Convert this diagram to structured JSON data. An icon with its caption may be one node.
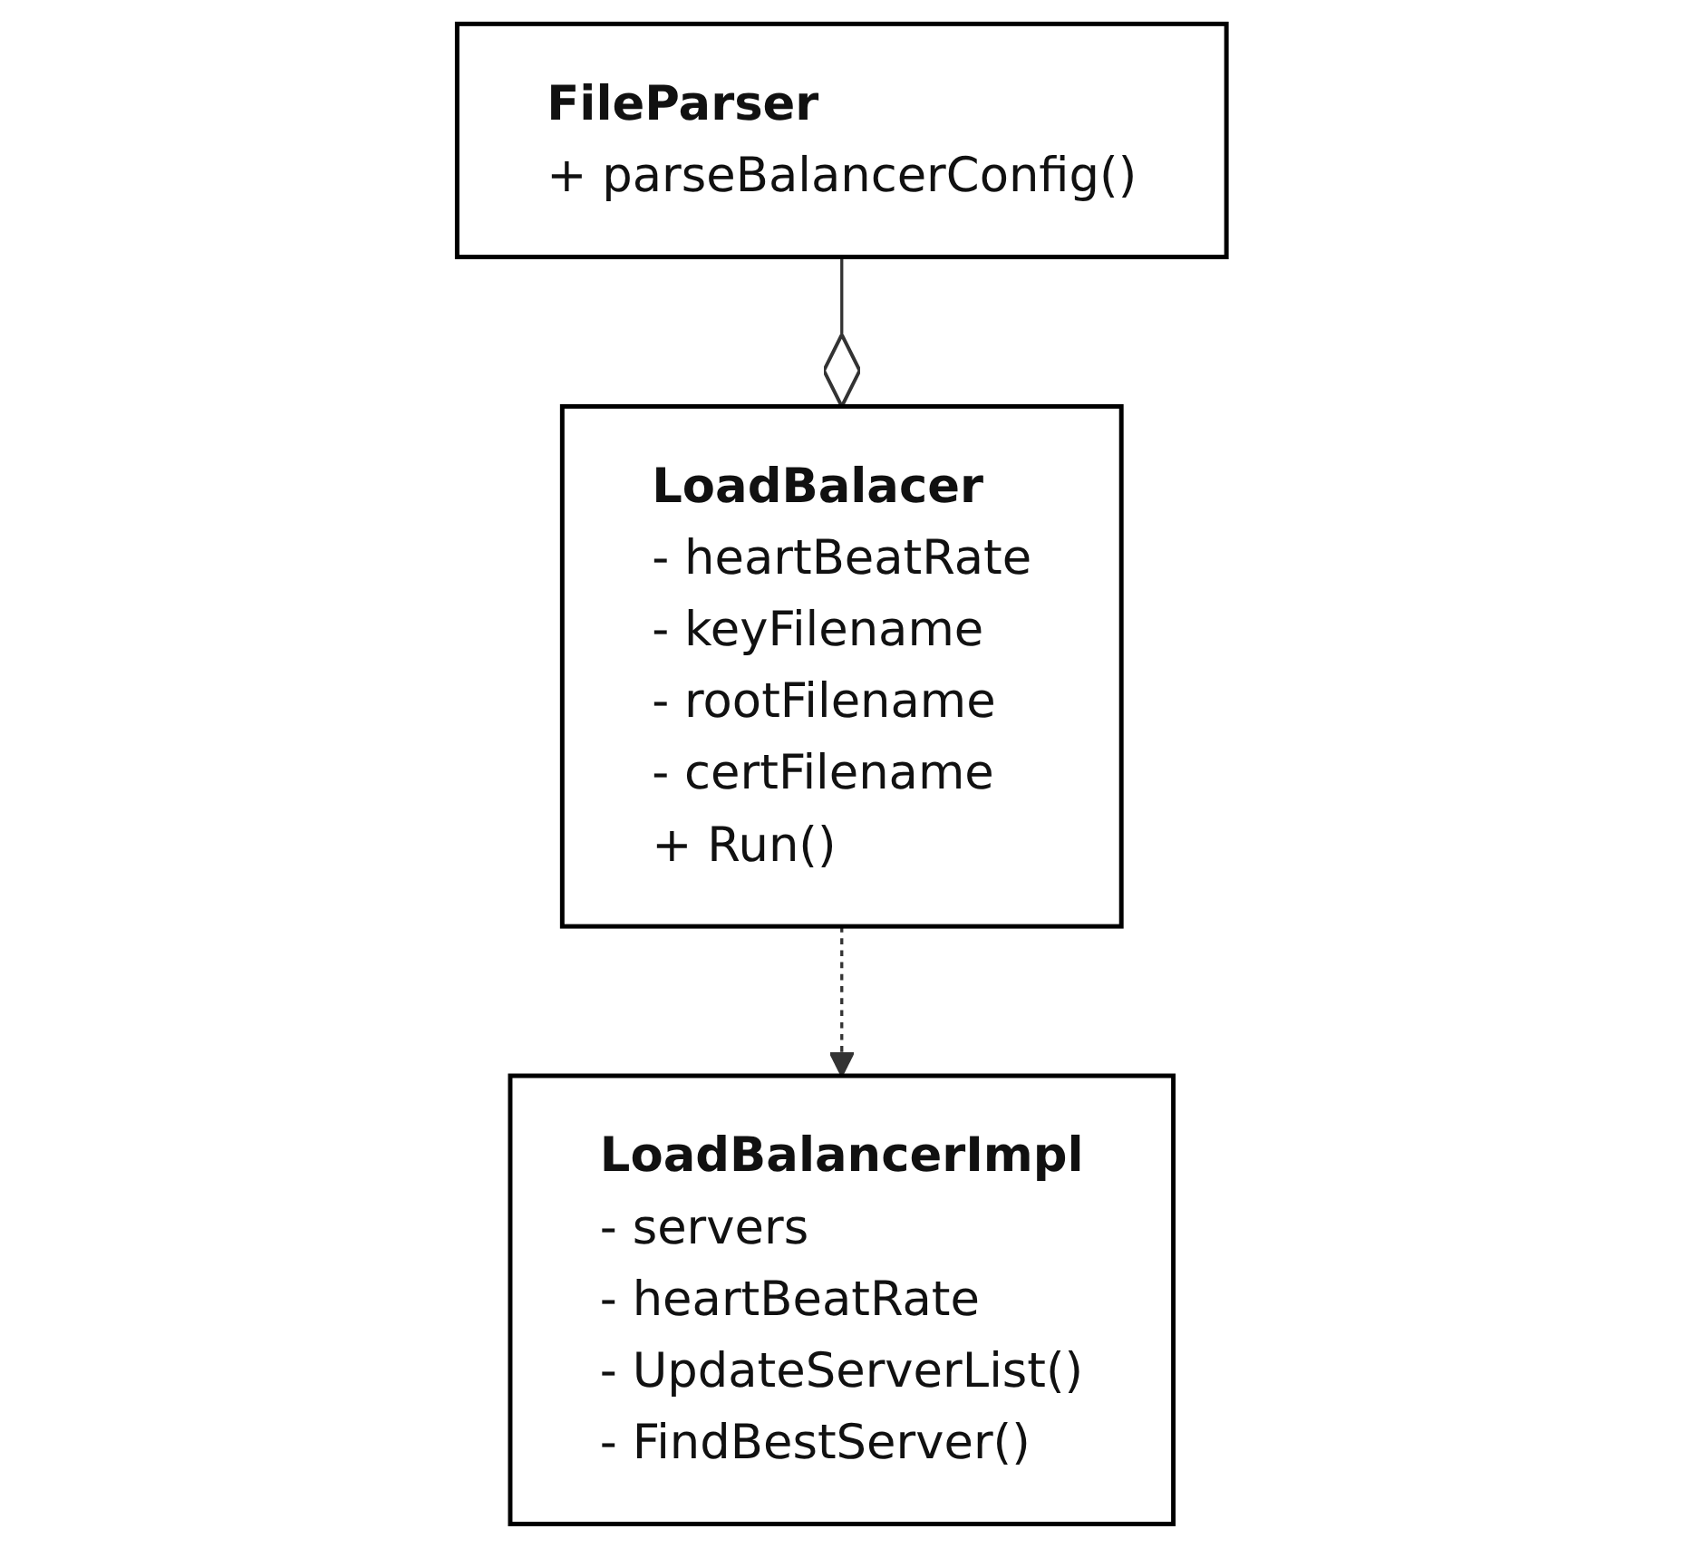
{
  "diagram": {
    "nodes": [
      {
        "text": [
          "LoadBalacer",
          "- heartBeatRate",
          "- keyFilename",
          "- rootFilename",
          "- certFilename",
          "+ Run()"
        ]
      },
      {
        "text": [
          "FileParser",
          "+ parseBalancerConfig()"
        ]
      },
      {
        "text": [
          "LoadBalancerImpl",
          "- servers",
          "- heartBeatRate",
          "- UpdateServerList()",
          "- FindBestServer()"
        ]
      }
    ],
    "edges": [
      {
        "from": 1,
        "to": 0,
        "arrow": "other"
      },
      {
        "from": 0,
        "to": 2,
        "arrow": "to",
        "style": "dashed"
      }
    ]
  }
}
